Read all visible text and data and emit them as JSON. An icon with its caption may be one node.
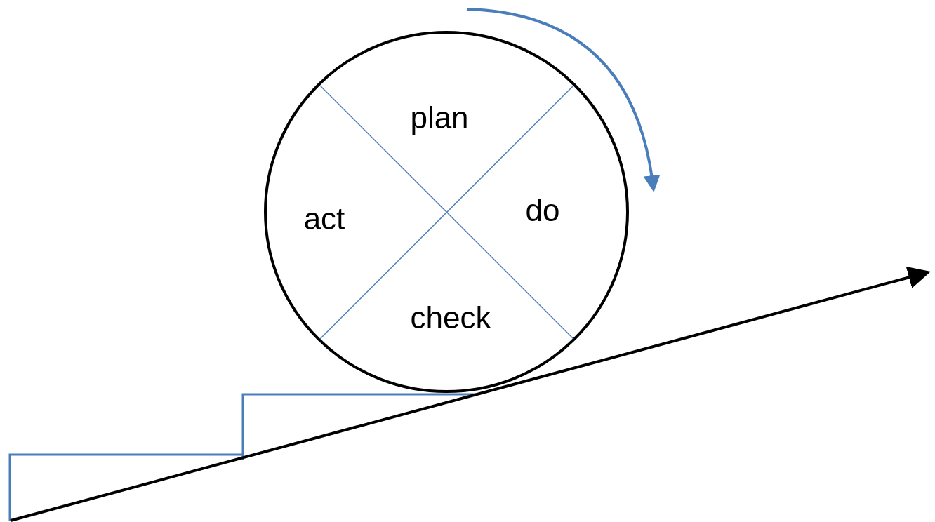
{
  "diagram": {
    "labels": [
      "plan",
      "act",
      "do",
      "check"
    ]
  }
}
